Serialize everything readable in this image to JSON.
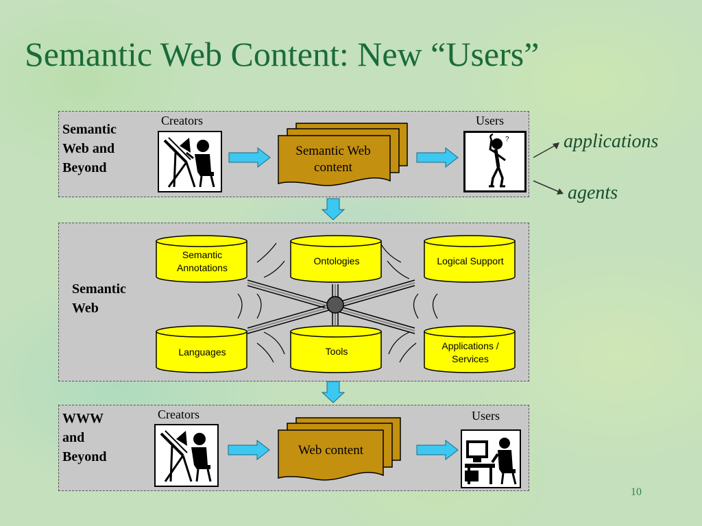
{
  "title": "Semantic Web Content: New “Users”",
  "page_number": "10",
  "top_panel": {
    "label_lines": [
      "Semantic",
      "Web and",
      "Beyond"
    ],
    "creators_label": "Creators",
    "users_label": "Users",
    "content_lines": [
      "Semantic Web",
      "content"
    ],
    "outputs": [
      "applications",
      "agents"
    ]
  },
  "middle_panel": {
    "label_lines": [
      "Semantic",
      "Web"
    ],
    "components": [
      {
        "lines": [
          "Semantic",
          "Annotations"
        ]
      },
      {
        "lines": [
          "Ontologies"
        ]
      },
      {
        "lines": [
          "Logical Support"
        ]
      },
      {
        "lines": [
          "Languages"
        ]
      },
      {
        "lines": [
          "Tools"
        ]
      },
      {
        "lines": [
          "Applications /",
          "Services"
        ]
      }
    ]
  },
  "bottom_panel": {
    "label_lines": [
      "WWW",
      "and",
      "Beyond"
    ],
    "creators_label": "Creators",
    "users_label": "Users",
    "content_lines": [
      "Web content"
    ]
  },
  "colors": {
    "title": "#1a6b3a",
    "panel": "#c8c8c8",
    "document": "#c4900f",
    "cylinder": "#ffff00",
    "arrow": "#3cc8f0"
  }
}
